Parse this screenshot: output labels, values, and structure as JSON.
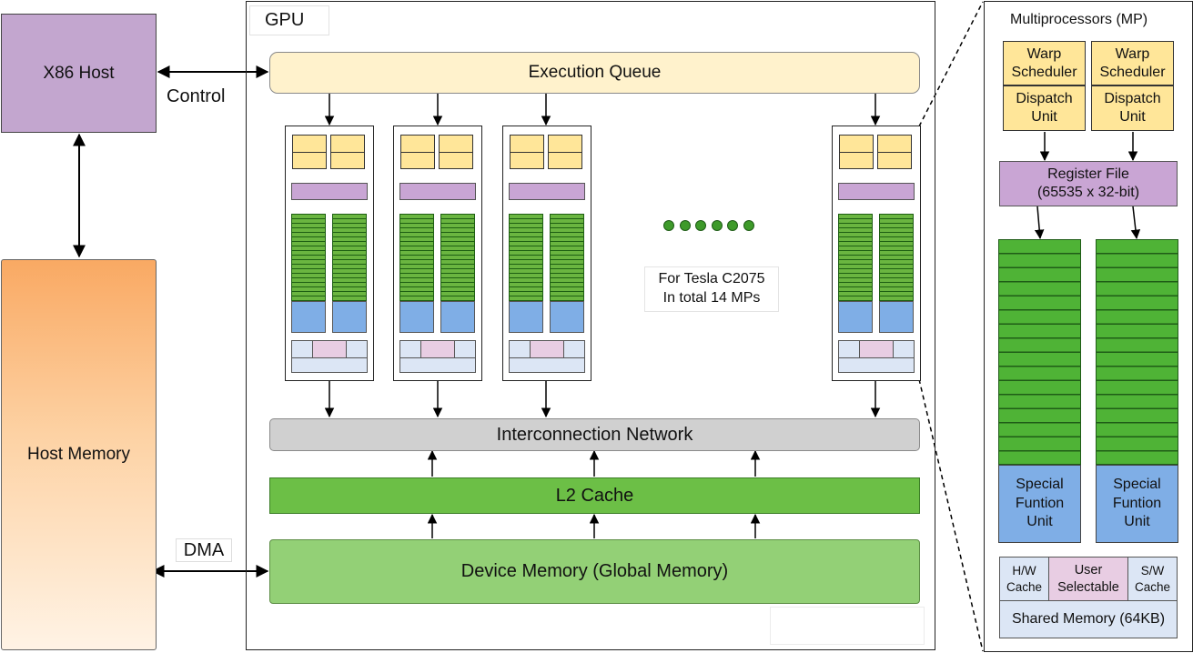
{
  "host": {
    "x86_label": "X86 Host",
    "memory_label": "Host Memory",
    "control_label": "Control",
    "dma_label": "DMA"
  },
  "gpu": {
    "title": "GPU",
    "execution_queue": "Execution Queue",
    "interconnection": "Interconnection Network",
    "l2_cache": "L2 Cache",
    "device_memory": "Device Memory (Global Memory)",
    "note_line1": "For Tesla C2075",
    "note_line2": "In total 14 MPs",
    "mp_blocks_shown": 4,
    "ellipsis_dots": 6
  },
  "mp_detail": {
    "title": "Multiprocessors (MP)",
    "warp_scheduler": "Warp Scheduler",
    "dispatch_unit": "Dispatch Unit",
    "register_file_line1": "Register File",
    "register_file_line2": "(65535 x 32-bit)",
    "special_function_unit": "Special Funtion Unit",
    "hw_cache": "H/W Cache",
    "user_selectable": "User Selectable",
    "sw_cache": "S/W Cache",
    "shared_memory": "Shared Memory (64KB)"
  },
  "colors": {
    "host_purple": "#c3a6cf",
    "queue_yellow": "#fff2cc",
    "interconnect_gray": "#d0d0d0",
    "l2_green": "#6cbf46",
    "device_green": "#93d076",
    "host_memory_orange_top": "#f9a963",
    "host_memory_orange_bottom": "#fff3e5"
  }
}
